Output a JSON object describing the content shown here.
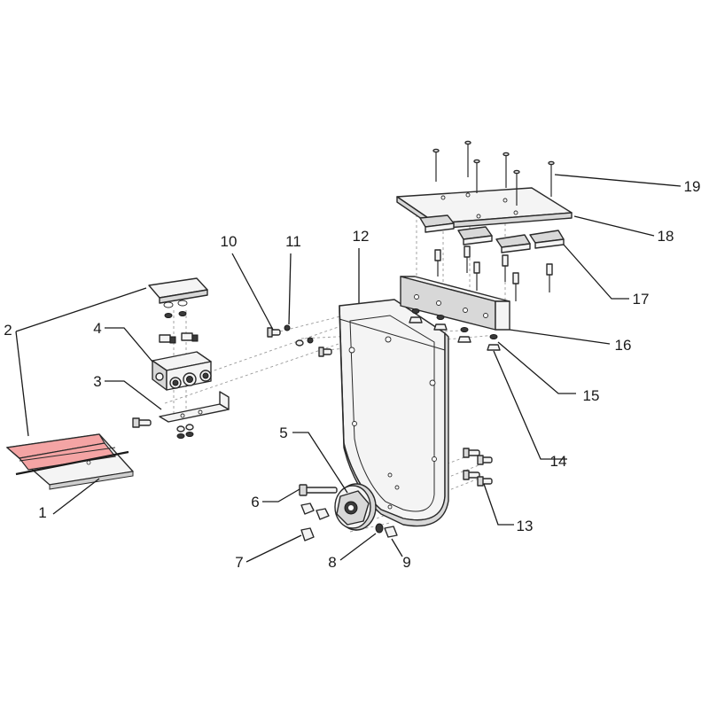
{
  "callouts": [
    {
      "id": "callout-1",
      "text": "1"
    },
    {
      "id": "callout-2",
      "text": "2"
    },
    {
      "id": "callout-3",
      "text": "3"
    },
    {
      "id": "callout-4",
      "text": "4"
    },
    {
      "id": "callout-5",
      "text": "5"
    },
    {
      "id": "callout-6",
      "text": "6"
    },
    {
      "id": "callout-7",
      "text": "7"
    },
    {
      "id": "callout-8",
      "text": "8"
    },
    {
      "id": "callout-9",
      "text": "9"
    },
    {
      "id": "callout-10",
      "text": "10"
    },
    {
      "id": "callout-11",
      "text": "11"
    },
    {
      "id": "callout-12",
      "text": "12"
    },
    {
      "id": "callout-13",
      "text": "13"
    },
    {
      "id": "callout-14",
      "text": "14"
    },
    {
      "id": "callout-15",
      "text": "15"
    },
    {
      "id": "callout-16",
      "text": "16"
    },
    {
      "id": "callout-17",
      "text": "17"
    },
    {
      "id": "callout-18",
      "text": "18"
    },
    {
      "id": "callout-19",
      "text": "19"
    }
  ],
  "colors": {
    "highlight": "#f4a4a4",
    "line": "#1a1a1a",
    "part_fill": "#f4f4f4",
    "dark_part": "#3a3a3a"
  }
}
